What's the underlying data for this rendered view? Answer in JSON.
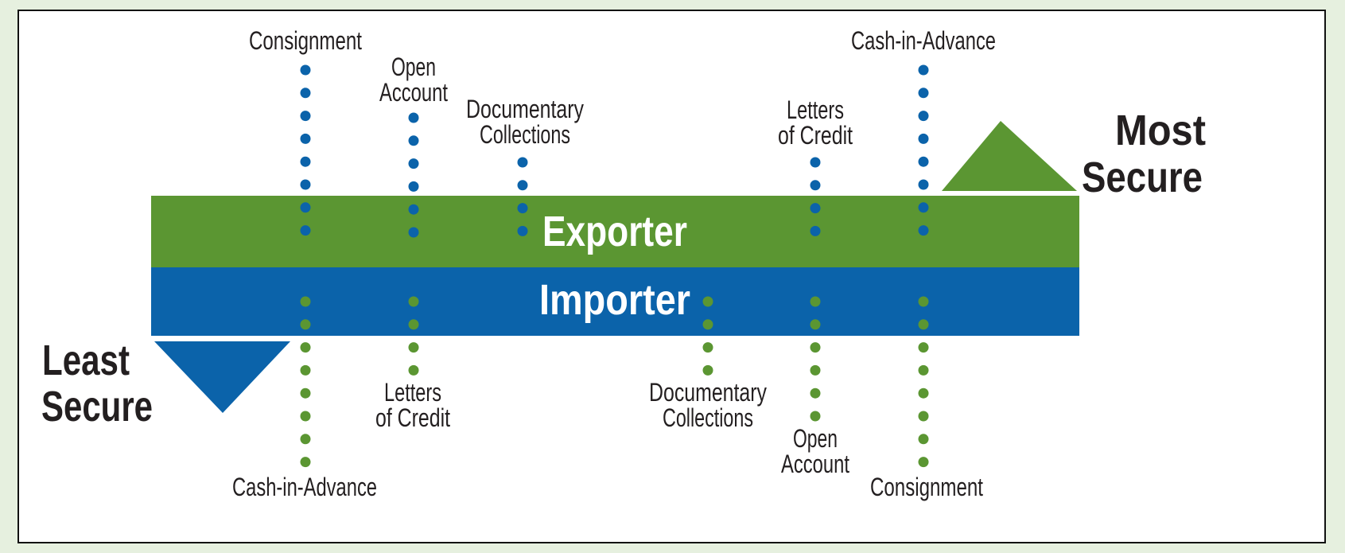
{
  "colors": {
    "exporter": "#5b9632",
    "importer": "#0b63aa",
    "text": "#231f20",
    "bar_text": "#ffffff",
    "page_background": "#e6f0df"
  },
  "bars": {
    "exporter_label": "Exporter",
    "importer_label": "Importer"
  },
  "ends": {
    "most_secure": [
      "Most",
      "Secure"
    ],
    "least_secure": [
      "Least",
      "Secure"
    ]
  },
  "exporter_methods": [
    {
      "id": "consignment",
      "lines": [
        "Consignment"
      ]
    },
    {
      "id": "open-account",
      "lines": [
        "Open",
        "Account"
      ]
    },
    {
      "id": "documentary-collections",
      "lines": [
        "Documentary",
        "Collections"
      ]
    },
    {
      "id": "letters-of-credit",
      "lines": [
        "Letters",
        "of Credit"
      ]
    },
    {
      "id": "cash-in-advance",
      "lines": [
        "Cash-in-Advance"
      ]
    }
  ],
  "importer_methods": [
    {
      "id": "cash-in-advance",
      "lines": [
        "Cash-in-Advance"
      ]
    },
    {
      "id": "letters-of-credit",
      "lines": [
        "Letters",
        "of Credit"
      ]
    },
    {
      "id": "documentary-collections",
      "lines": [
        "Documentary",
        "Collections"
      ]
    },
    {
      "id": "open-account",
      "lines": [
        "Open",
        "Account"
      ]
    },
    {
      "id": "consignment",
      "lines": [
        "Consignment"
      ]
    }
  ]
}
